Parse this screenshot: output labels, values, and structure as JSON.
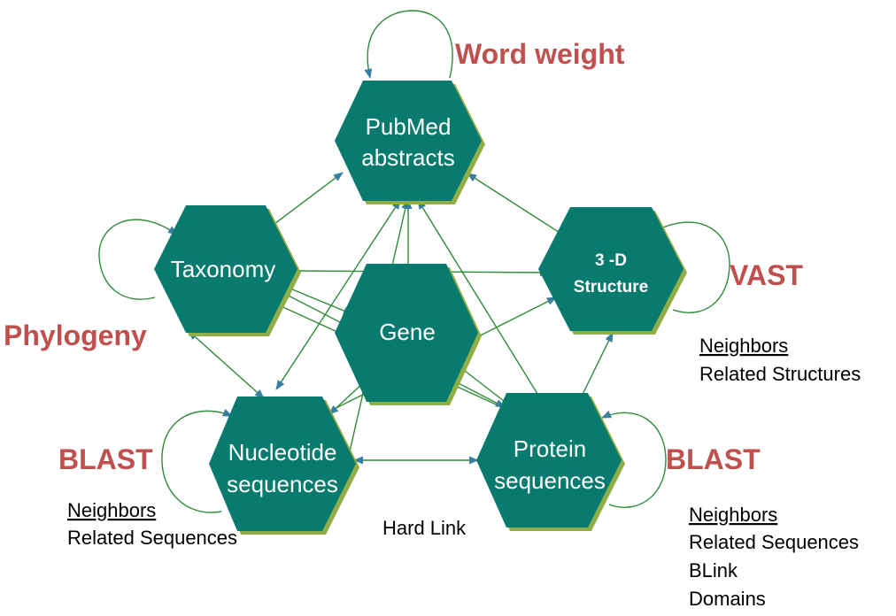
{
  "colors": {
    "hex_fill": "#087a6e",
    "hex_shadow": "#8fae45",
    "method_text": "#c0504d",
    "link": "#2e8b3a"
  },
  "nodes": {
    "pubmed": {
      "line1": "PubMed",
      "line2": "abstracts"
    },
    "taxonomy": {
      "label": "Taxonomy"
    },
    "structure": {
      "line1": "3 -D",
      "line2": "Structure"
    },
    "gene": {
      "label": "Gene"
    },
    "nucleotide": {
      "line1": "Nucleotide",
      "line2": "sequences"
    },
    "protein": {
      "line1": "Protein",
      "line2": "sequences"
    }
  },
  "methods": {
    "pubmed": "Word weight",
    "taxonomy": "Phylogeny",
    "structure": "VAST",
    "nucleotide": "BLAST",
    "protein": "BLAST"
  },
  "notes": {
    "structure": {
      "head": "Neighbors",
      "lines": [
        "Related Structures"
      ]
    },
    "nucleotide": {
      "head": "Neighbors",
      "lines": [
        "Related Sequences"
      ]
    },
    "protein": {
      "head": "Neighbors",
      "lines": [
        "Related Sequences",
        "BLink",
        "Domains"
      ]
    },
    "hard_link": "Hard Link"
  }
}
